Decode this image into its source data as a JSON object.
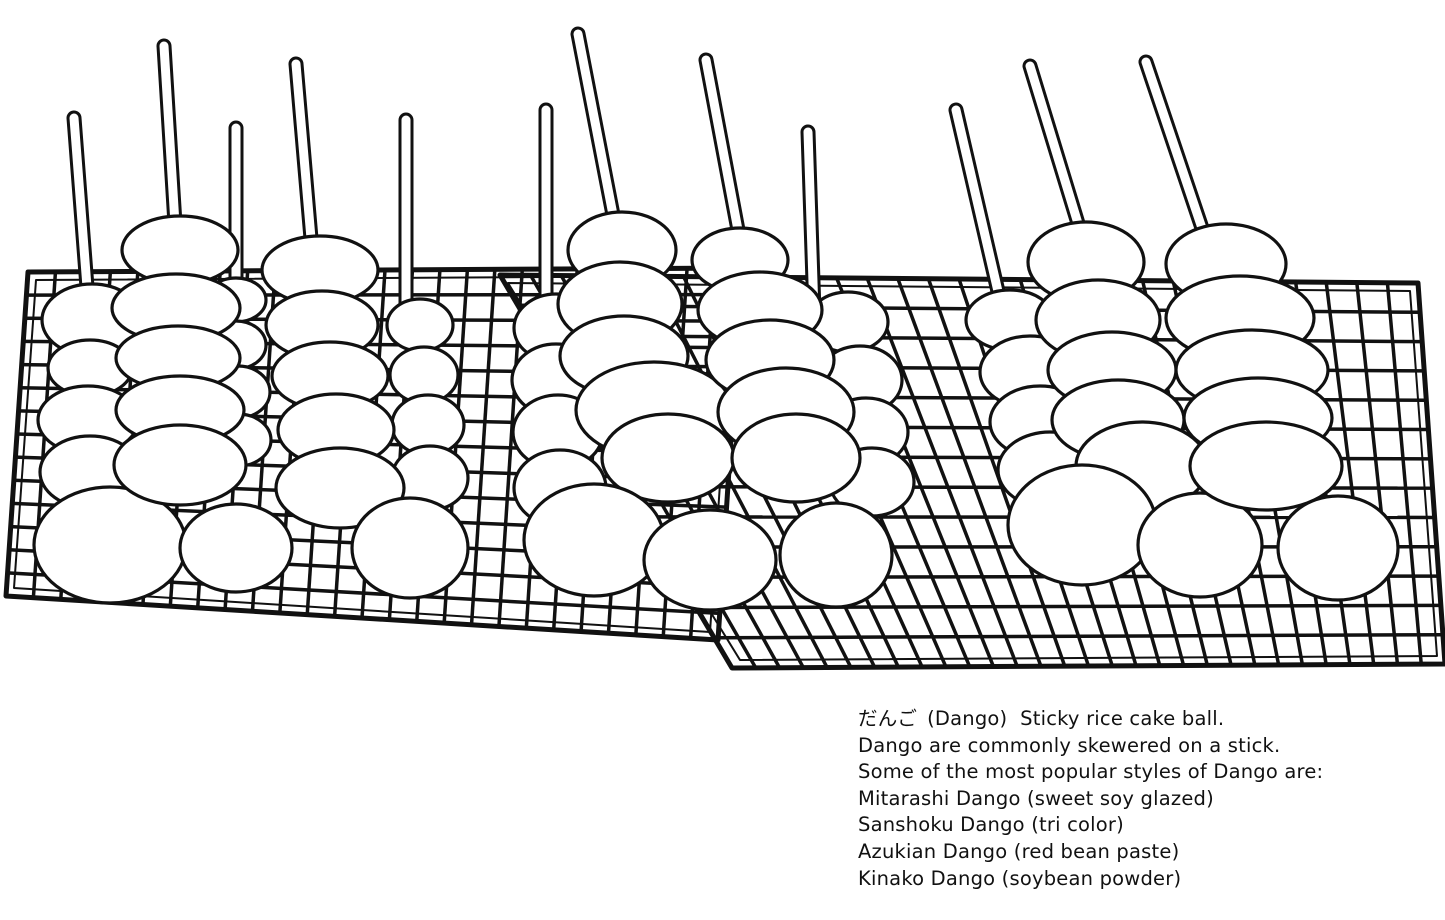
{
  "caption": {
    "title_japanese": "だんご",
    "title_romaji": "(Dango)",
    "title_description": "Sticky rice cake ball.",
    "lines": [
      "Dango are commonly skewered on a stick.",
      "Some of the most popular styles of Dango are:",
      "Mitarashi Dango (sweet soy glazed)",
      "Sanshoku Dango (tri color)",
      "Azukian Dango (red bean paste)",
      "Kinako Dango (soybean powder)"
    ]
  },
  "illustration": {
    "subject": "dango-skewers-on-wire-rack",
    "skewer_count": 12,
    "ink_color": "#111111",
    "fill_color": "#ffffff"
  }
}
